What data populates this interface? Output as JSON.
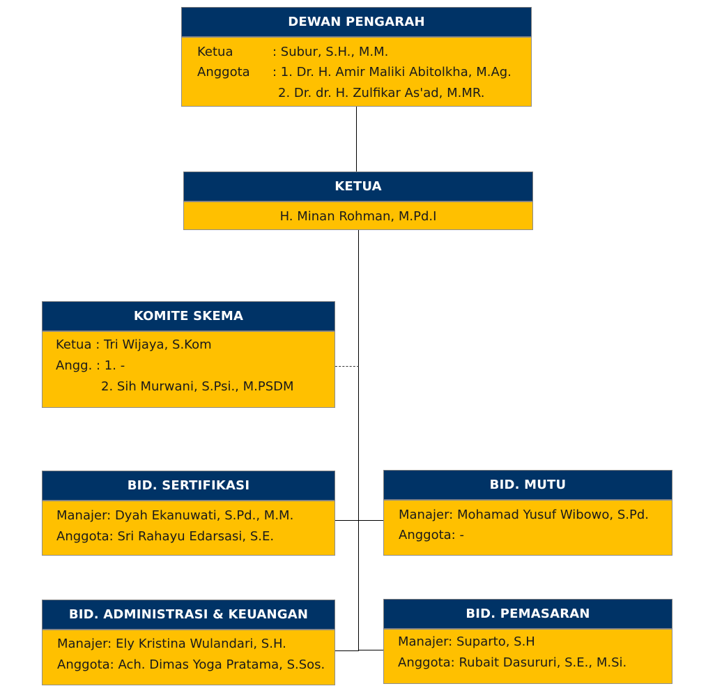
{
  "dewan": {
    "title": "DEWAN PENGARAH",
    "ketua_label": "Ketua",
    "ketua_value": ": Subur, S.H., M.M.",
    "anggota_label": "Anggota",
    "anggota_1": ": 1. Dr. H. Amir Maliki Abitolkha, M.Ag.",
    "anggota_2": "2. Dr. dr. H. Zulfikar As'ad, M.MR."
  },
  "ketua": {
    "title": "KETUA",
    "name": "H. Minan Rohman, M.Pd.I"
  },
  "komite": {
    "title": "KOMITE SKEMA",
    "line_1": "Ketua : Tri Wijaya, S.Kom",
    "line_2": "Angg. : 1. -",
    "line_3": "2. Sih Murwani,  S.Psi., M.PSDM"
  },
  "sertifikasi": {
    "title": "BID. SERTIFIKASI",
    "manajer": "Manajer: Dyah Ekanuwati, S.Pd., M.M.",
    "anggota": "Anggota: Sri Rahayu Edarsasi, S.E."
  },
  "mutu": {
    "title": "BID. MUTU",
    "manajer": "Manajer: Mohamad Yusuf Wibowo, S.Pd.",
    "anggota": "Anggota: -"
  },
  "administrasi": {
    "title": "BID. ADMINISTRASI & KEUANGAN",
    "manajer": "Manajer: Ely Kristina Wulandari, S.H.",
    "anggota": "Anggota: Ach. Dimas Yoga Pratama, S.Sos."
  },
  "pemasaran": {
    "title": "BID. PEMASARAN",
    "manajer": "Manajer: Suparto, S.H",
    "anggota": "Anggota: Rubait Dasururi, S.E., M.Si."
  },
  "colors": {
    "header_navy": "#003366",
    "body_amber": "#ffc000"
  }
}
